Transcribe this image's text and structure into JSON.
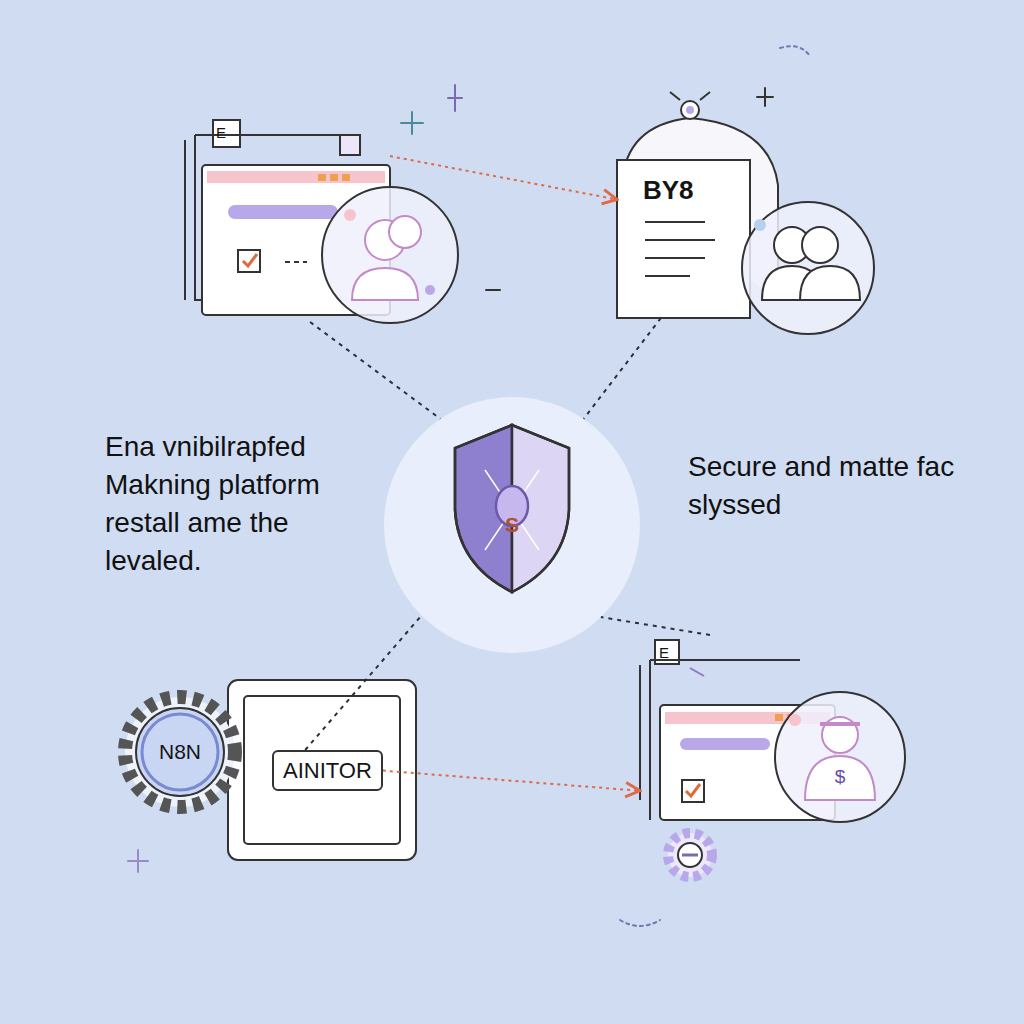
{
  "diagram": {
    "nodes": [
      {
        "text": [
          "E"
        ]
      },
      {
        "text": [
          "BY8"
        ]
      },
      {
        "text": [
          "S"
        ]
      },
      {
        "text": [
          "N8N"
        ]
      },
      {
        "text": [
          "AINITOR"
        ]
      },
      {
        "text": [
          "E"
        ]
      },
      {
        "text": [
          "$"
        ]
      }
    ],
    "edges": [
      {
        "from": 0,
        "to": 1,
        "arrow": "to"
      },
      {
        "from": 4,
        "to": 5,
        "arrow": "to"
      },
      {
        "from": 0,
        "to": 2,
        "arrow": "none"
      },
      {
        "from": 1,
        "to": 2,
        "arrow": "none"
      },
      {
        "from": 4,
        "to": 2,
        "arrow": "none"
      },
      {
        "from": 5,
        "to": 2,
        "arrow": "none"
      }
    ],
    "labels": [
      "Ena vnibilrapfed Makning platform restall ame the levaled.",
      "Secure and matte fac slyssed"
    ]
  }
}
